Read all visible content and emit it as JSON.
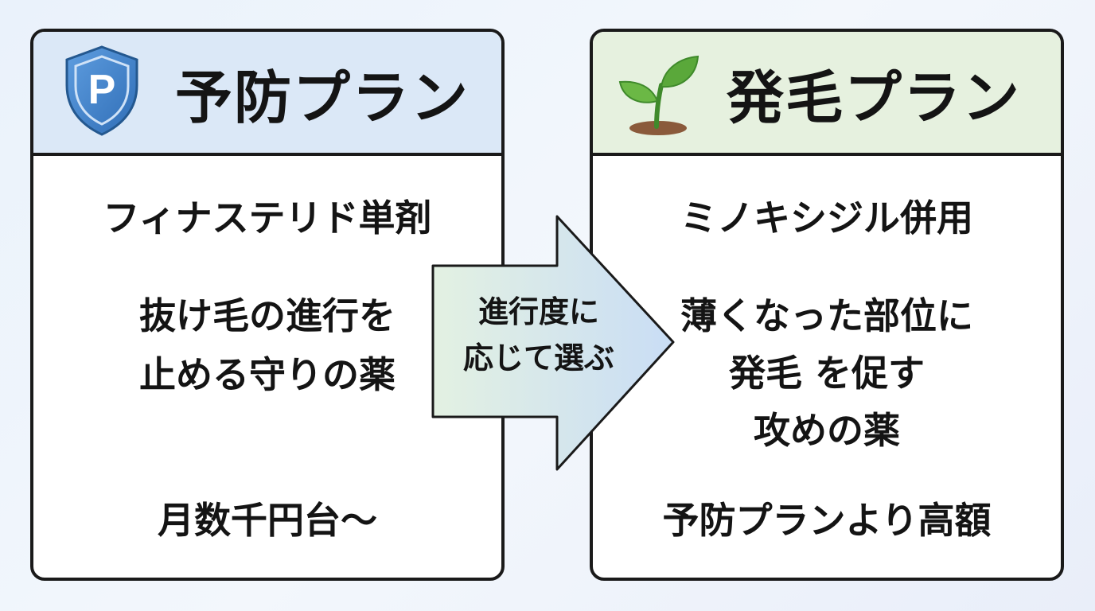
{
  "left_card": {
    "title": "予防プラン",
    "shield_letter": "P",
    "line1": "フィナステリド単剤",
    "line2": "抜け毛の進行を",
    "line3": "止める守りの薬",
    "line4": "月数千円台〜"
  },
  "right_card": {
    "title": "発毛プラン",
    "line1": "ミノキシジル併用",
    "line2": "薄くなった部位に",
    "line3": "発毛 を促す",
    "line4": "攻めの薬",
    "line5": "予防プランより高額"
  },
  "arrow": {
    "line1": "進行度に",
    "line2": "応じて選ぶ"
  },
  "colors": {
    "left_header": "#dbe8f7",
    "right_header": "#e6f1df",
    "border": "#1a1a1a",
    "shield": "#3d7fc6",
    "sprout": "#5aa83a",
    "soil": "#8a5a3b"
  }
}
